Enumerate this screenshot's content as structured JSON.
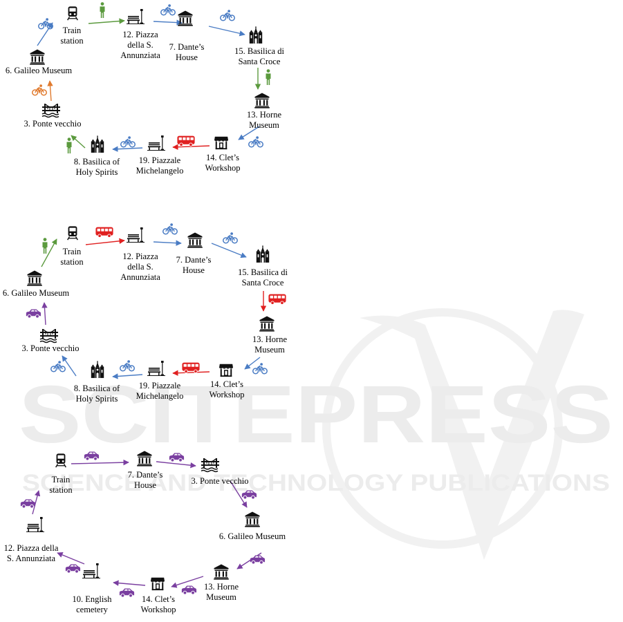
{
  "watermark": {
    "title": "SCITEPRESS",
    "subtitle": "SCIENCE AND TECHNOLOGY PUBLICATIONS"
  },
  "colors": {
    "walk": "#5b9a3e",
    "bike": "#4a7cc4",
    "bike_orange": "#e07a2e",
    "bus": "#e02020",
    "car": "#7a3fa0",
    "icon": "#111111"
  },
  "diagrams": [
    {
      "id": "itinerary-1",
      "nodes": [
        {
          "id": "train",
          "icon": "train-icon",
          "label": [
            "Train",
            "station"
          ]
        },
        {
          "id": "piazza12",
          "icon": "bench-lamp-icon",
          "label": [
            "12. Piazza",
            "della S.",
            "Annunziata"
          ]
        },
        {
          "id": "dante",
          "icon": "museum-icon",
          "label": [
            "7. Dante’s",
            "House"
          ]
        },
        {
          "id": "santacroce",
          "icon": "church-icon",
          "label": [
            "15. Basilica di",
            "Santa Croce"
          ]
        },
        {
          "id": "horne",
          "icon": "museum-icon",
          "label": [
            "13. Horne",
            "Museum"
          ]
        },
        {
          "id": "clet",
          "icon": "shop-icon",
          "label": [
            "14. Clet’s",
            "Workshop"
          ]
        },
        {
          "id": "michelangelo",
          "icon": "bench-lamp-icon",
          "label": [
            "19. Piazzale",
            "Michelangelo"
          ]
        },
        {
          "id": "holyspirit",
          "icon": "church-icon",
          "label": [
            "8. Basilica of",
            "Holy Spirits"
          ]
        },
        {
          "id": "ponte",
          "icon": "bridge-icon",
          "label": [
            "3. Ponte vecchio"
          ]
        },
        {
          "id": "galileo",
          "icon": "museum-icon",
          "label": [
            "6. Galileo Museum"
          ]
        }
      ],
      "legs": [
        {
          "from": "train",
          "to": "piazza12",
          "mode": "walk"
        },
        {
          "from": "piazza12",
          "to": "dante",
          "mode": "bike"
        },
        {
          "from": "dante",
          "to": "santacroce",
          "mode": "bike"
        },
        {
          "from": "santacroce",
          "to": "horne",
          "mode": "walk"
        },
        {
          "from": "horne",
          "to": "clet",
          "mode": "bike"
        },
        {
          "from": "clet",
          "to": "michelangelo",
          "mode": "bus"
        },
        {
          "from": "michelangelo",
          "to": "holyspirit",
          "mode": "bike"
        },
        {
          "from": "holyspirit",
          "to": "ponte",
          "mode": "walk"
        },
        {
          "from": "ponte",
          "to": "galileo",
          "mode": "bike_orange"
        },
        {
          "from": "galileo",
          "to": "train",
          "mode": "bike"
        }
      ]
    },
    {
      "id": "itinerary-2",
      "nodes": [
        {
          "id": "train",
          "icon": "train-icon",
          "label": [
            "Train",
            "station"
          ]
        },
        {
          "id": "piazza12",
          "icon": "bench-lamp-icon",
          "label": [
            "12. Piazza",
            "della S.",
            "Annunziata"
          ]
        },
        {
          "id": "dante",
          "icon": "museum-icon",
          "label": [
            "7. Dante’s",
            "House"
          ]
        },
        {
          "id": "santacroce",
          "icon": "church-icon",
          "label": [
            "15. Basilica di",
            "Santa Croce"
          ]
        },
        {
          "id": "horne",
          "icon": "museum-icon",
          "label": [
            "13. Horne",
            "Museum"
          ]
        },
        {
          "id": "clet",
          "icon": "shop-icon",
          "label": [
            "14. Clet’s",
            "Workshop"
          ]
        },
        {
          "id": "michelangelo",
          "icon": "bench-lamp-icon",
          "label": [
            "19. Piazzale",
            "Michelangelo"
          ]
        },
        {
          "id": "holyspirit",
          "icon": "church-icon",
          "label": [
            "8. Basilica of",
            "Holy Spirits"
          ]
        },
        {
          "id": "ponte",
          "icon": "bridge-icon",
          "label": [
            "3. Ponte vecchio"
          ]
        },
        {
          "id": "galileo",
          "icon": "museum-icon",
          "label": [
            "6. Galileo Museum"
          ]
        }
      ],
      "legs": [
        {
          "from": "train",
          "to": "piazza12",
          "mode": "bus"
        },
        {
          "from": "piazza12",
          "to": "dante",
          "mode": "bike"
        },
        {
          "from": "dante",
          "to": "santacroce",
          "mode": "bike"
        },
        {
          "from": "santacroce",
          "to": "horne",
          "mode": "bus"
        },
        {
          "from": "horne",
          "to": "clet",
          "mode": "bike"
        },
        {
          "from": "clet",
          "to": "michelangelo",
          "mode": "bus"
        },
        {
          "from": "michelangelo",
          "to": "holyspirit",
          "mode": "bike"
        },
        {
          "from": "holyspirit",
          "to": "ponte",
          "mode": "bike"
        },
        {
          "from": "ponte",
          "to": "galileo",
          "mode": "car"
        },
        {
          "from": "galileo",
          "to": "train",
          "mode": "walk"
        }
      ]
    },
    {
      "id": "itinerary-3",
      "nodes": [
        {
          "id": "train",
          "icon": "train-icon",
          "label": [
            "Train",
            "station"
          ]
        },
        {
          "id": "dante",
          "icon": "museum-icon",
          "label": [
            "7. Dante’s",
            "House"
          ]
        },
        {
          "id": "ponte",
          "icon": "bridge-icon",
          "label": [
            "3. Ponte vecchio"
          ]
        },
        {
          "id": "galileo",
          "icon": "museum-icon",
          "label": [
            "6. Galileo Museum"
          ]
        },
        {
          "id": "horne",
          "icon": "museum-icon",
          "label": [
            "13. Horne",
            "Museum"
          ]
        },
        {
          "id": "clet",
          "icon": "shop-icon",
          "label": [
            "14. Clet’s",
            "Workshop"
          ]
        },
        {
          "id": "cemetery",
          "icon": "bench-lamp-icon",
          "label": [
            "10. English",
            "cemetery"
          ]
        },
        {
          "id": "piazza12",
          "icon": "bench-lamp-icon",
          "label": [
            "12. Piazza della",
            "S. Annunziata"
          ]
        }
      ],
      "legs": [
        {
          "from": "train",
          "to": "dante",
          "mode": "car"
        },
        {
          "from": "dante",
          "to": "ponte",
          "mode": "car"
        },
        {
          "from": "ponte",
          "to": "galileo",
          "mode": "car"
        },
        {
          "from": "galileo",
          "to": "horne",
          "mode": "car"
        },
        {
          "from": "horne",
          "to": "clet",
          "mode": "car"
        },
        {
          "from": "clet",
          "to": "cemetery",
          "mode": "car"
        },
        {
          "from": "cemetery",
          "to": "piazza12",
          "mode": "car"
        },
        {
          "from": "piazza12",
          "to": "train",
          "mode": "car"
        }
      ]
    }
  ]
}
